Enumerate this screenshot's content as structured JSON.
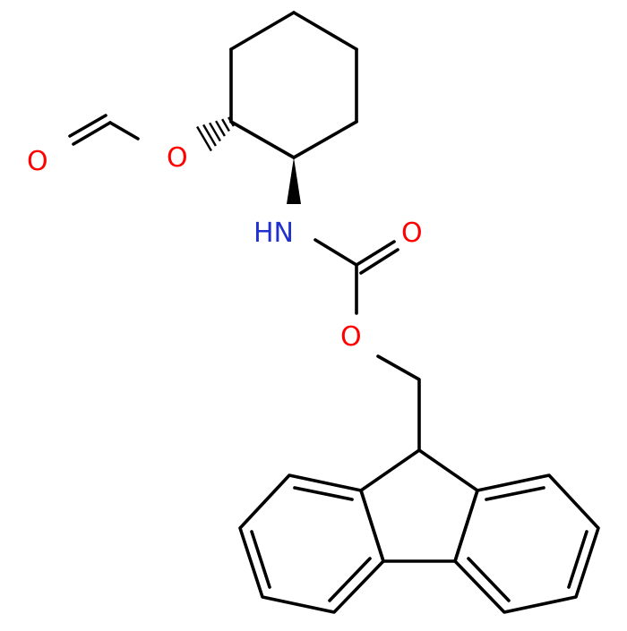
{
  "molecule": {
    "atom_labels": {
      "o_formyl_carbonyl": "O",
      "o_ester": "O",
      "nh": "HN",
      "o_carbamate_carbonyl": "O",
      "o_carbamate_ether": "O"
    },
    "colors": {
      "bond": "#000000",
      "oxygen": "#ff0000",
      "nitrogen": "#2030d0"
    }
  }
}
